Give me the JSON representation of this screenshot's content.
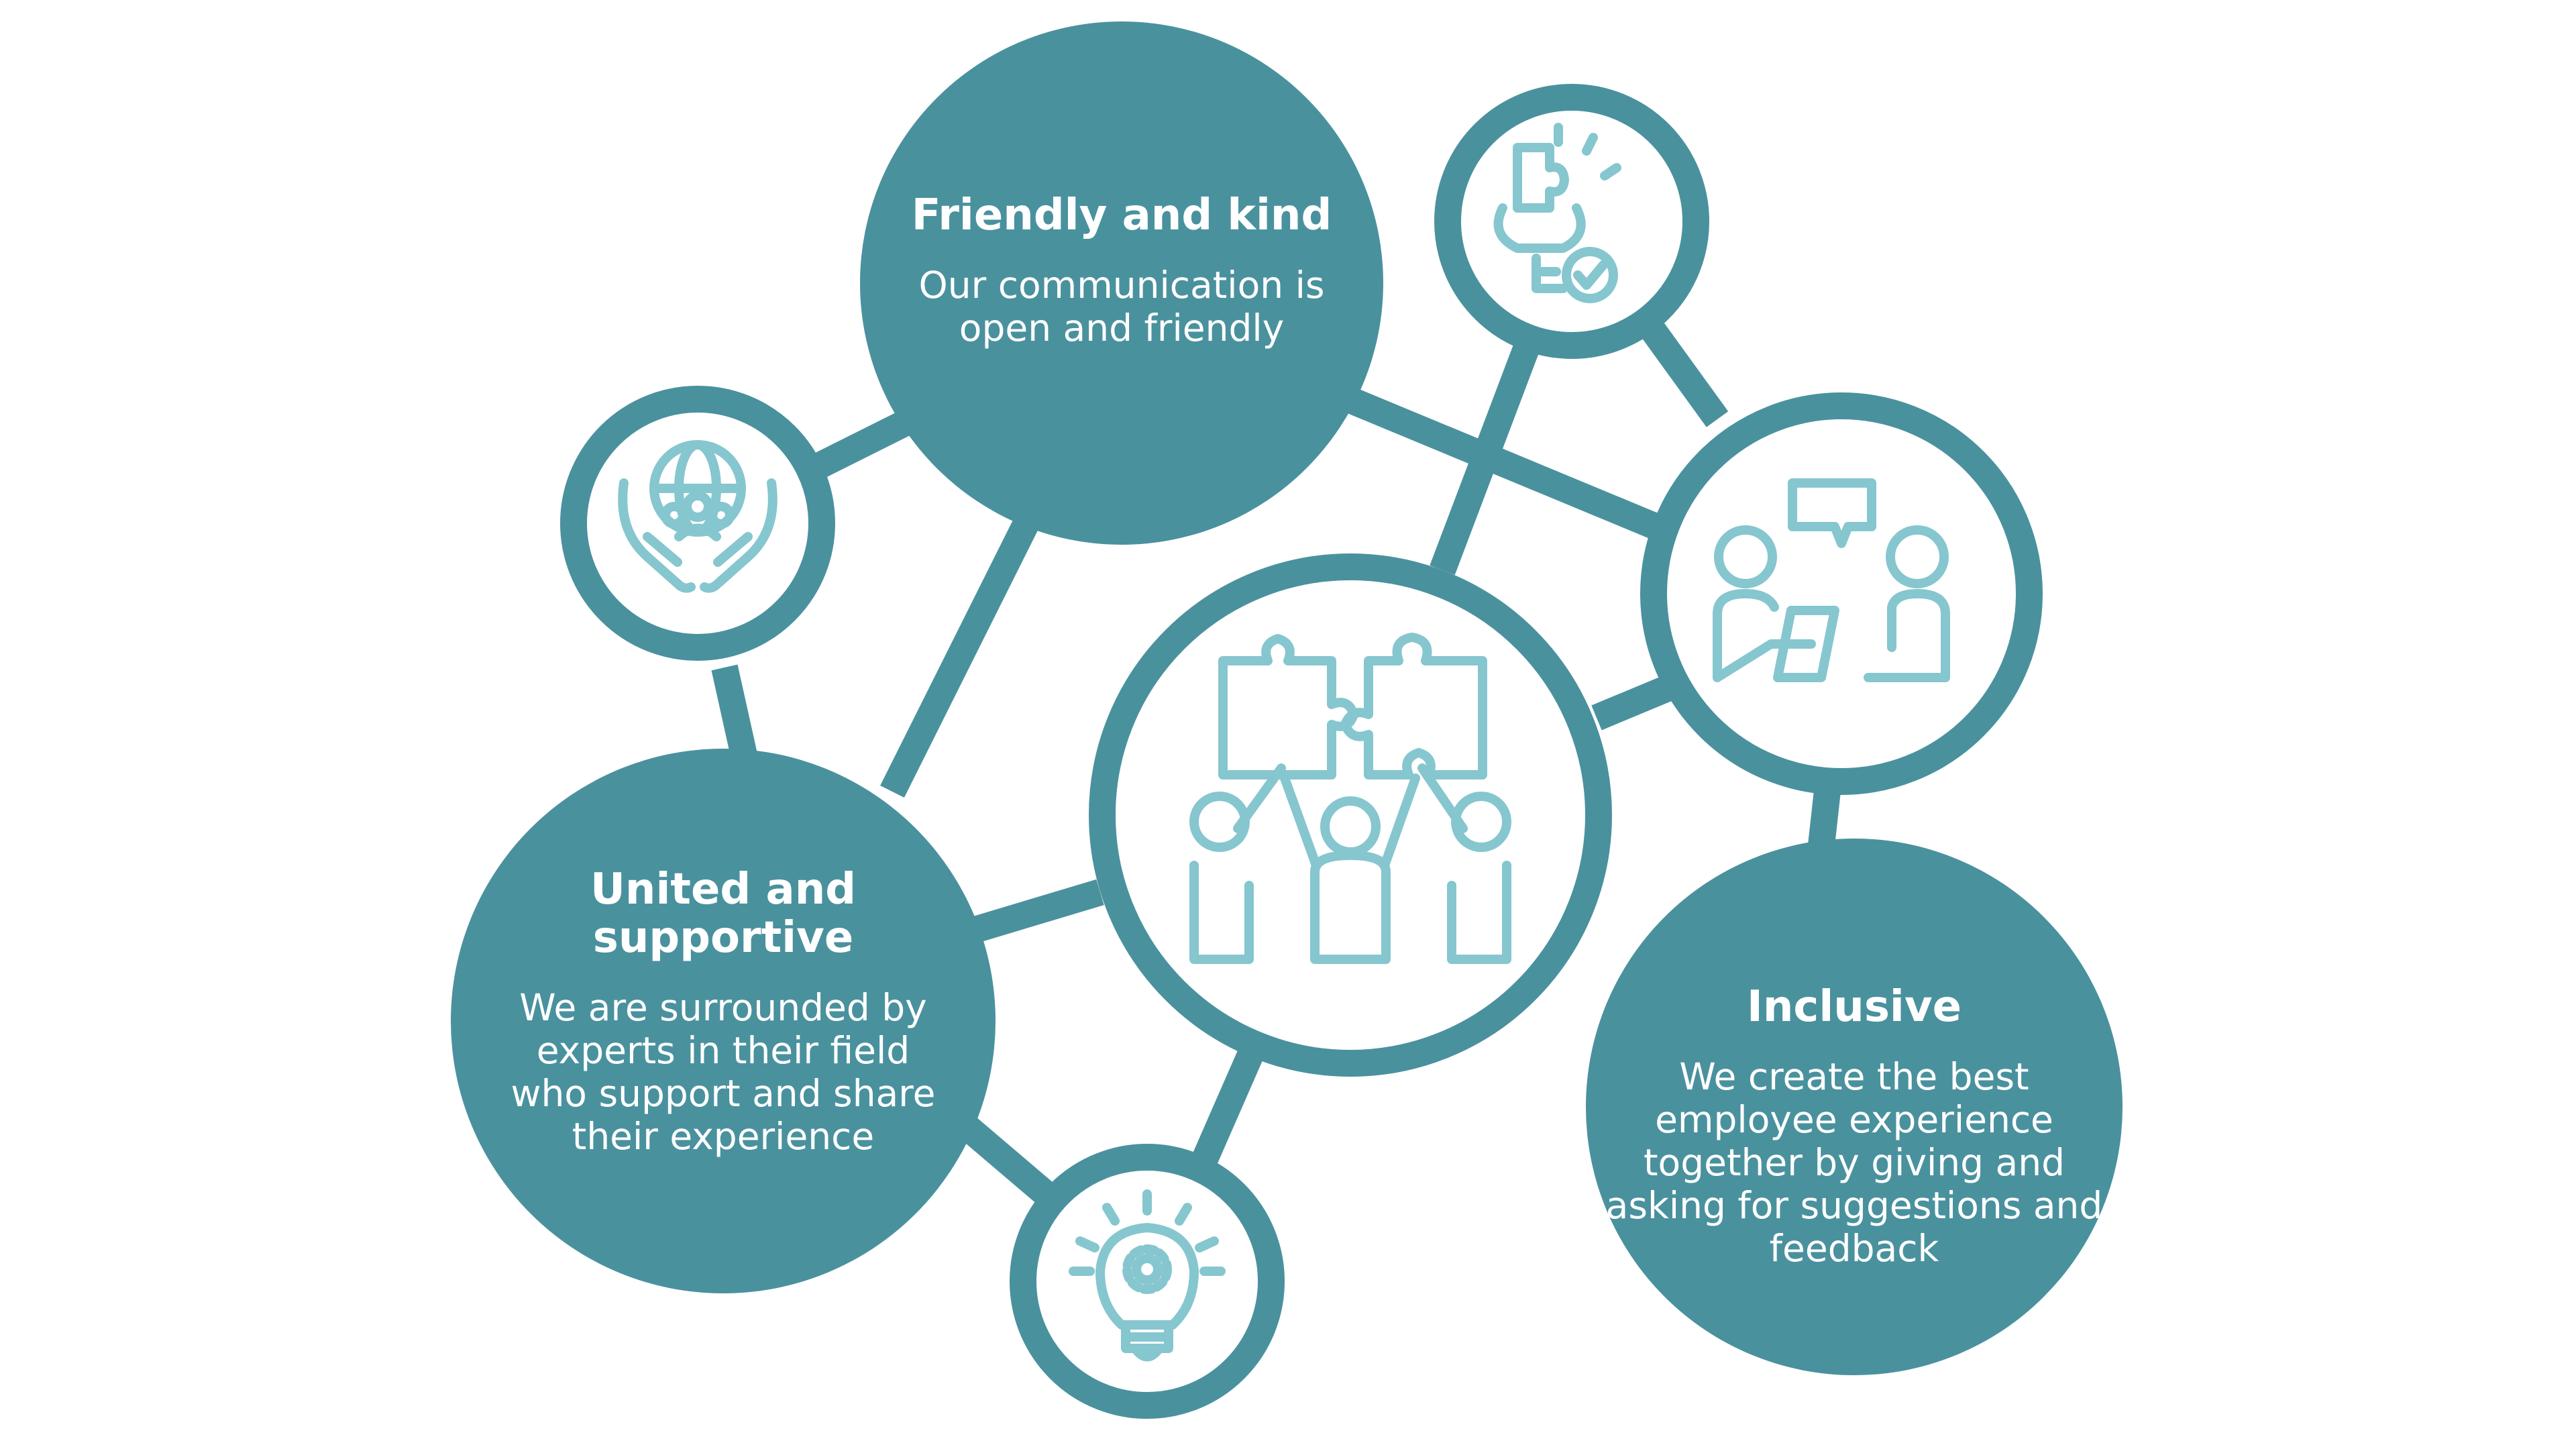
{
  "colors": {
    "teal": "#4a919e",
    "icon": "#86c6cf",
    "background": "#ffffff"
  },
  "nodes": [
    {
      "id": "friendly",
      "title": "Friendly and kind",
      "body": "Our communication is open and friendly"
    },
    {
      "id": "united",
      "title": "United and supportive",
      "body": "We are surrounded by experts in their field who support and share their experience"
    },
    {
      "id": "inclusive",
      "title": "Inclusive",
      "body": "We create the best employee experience together by giving and asking for suggestions and feedback"
    }
  ],
  "icons": [
    {
      "id": "center",
      "icon": "team-puzzle-icon"
    },
    {
      "id": "globe",
      "icon": "hands-globe-people-icon"
    },
    {
      "id": "puzzle-bulb",
      "icon": "puzzle-lightbulb-check-icon"
    },
    {
      "id": "chat",
      "icon": "two-people-chat-icon"
    },
    {
      "id": "bulb",
      "icon": "lightbulb-gear-icon"
    }
  ]
}
